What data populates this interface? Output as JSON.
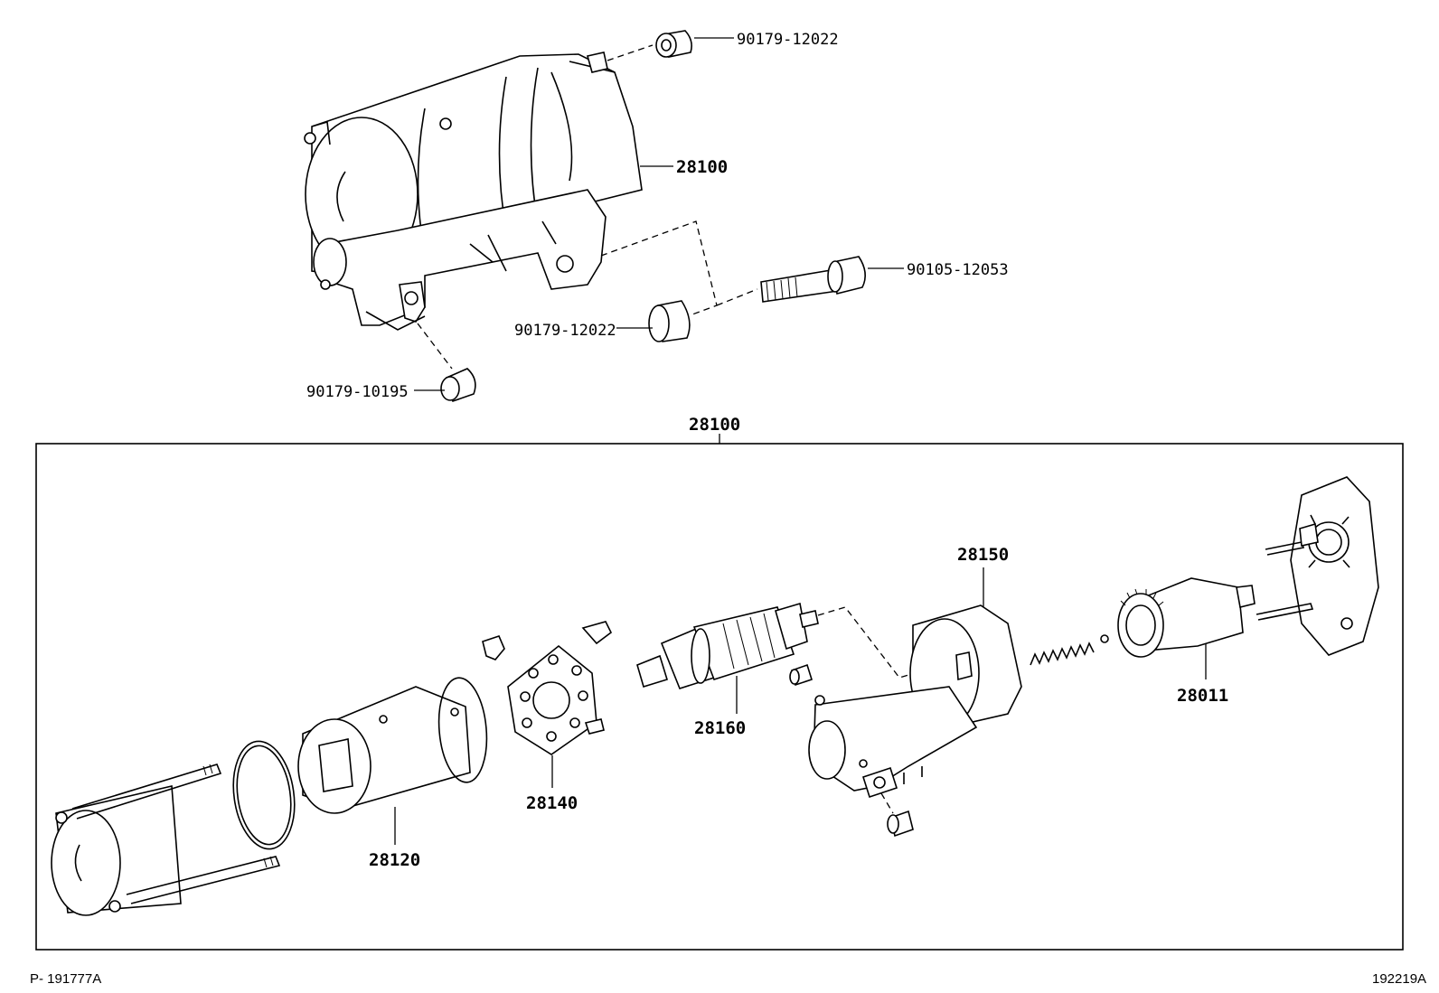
{
  "assembly": {
    "starter_label": "28100",
    "box_label": "28100"
  },
  "fasteners": {
    "nut_top": "90179-12022",
    "bolt": "90105-12053",
    "nut_mid": "90179-12022",
    "nut_terminal": "90179-10195"
  },
  "components": {
    "yoke": "28120",
    "brush_holder": "28140",
    "armature": "28160",
    "magnetic_switch": "28150",
    "clutch": "28011"
  },
  "footer": {
    "left_code": "P- 191777A",
    "right_code": "192219A"
  }
}
